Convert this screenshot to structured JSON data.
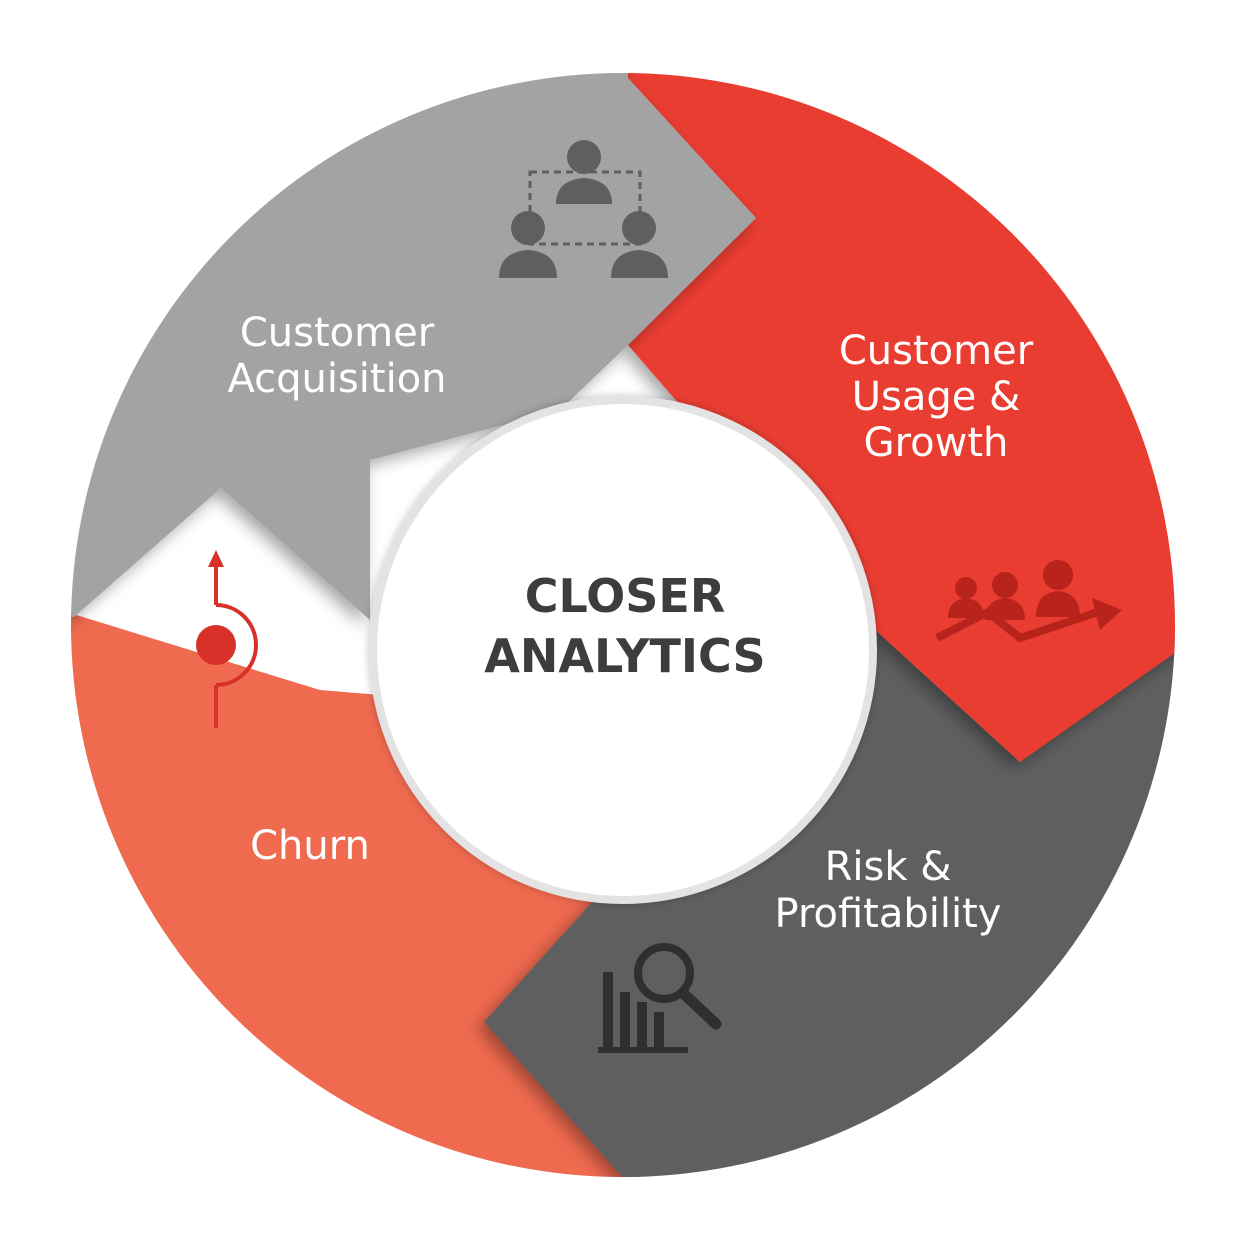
{
  "center": {
    "line1": "CLOSER",
    "line2": "ANALYTICS"
  },
  "segments": {
    "acquisition": {
      "line1": "Customer",
      "line2": "Acquisition",
      "color": "#a3a3a3",
      "icon": "org-chart-people-icon"
    },
    "usage": {
      "line1": "Customer",
      "line2": "Usage &",
      "line3": "Growth",
      "color": "#e93d30",
      "icon": "people-growth-arrow-icon"
    },
    "risk": {
      "line1": "Risk &",
      "line2": "Profitability",
      "color": "#5f5f61",
      "icon": "chart-magnifier-icon"
    },
    "churn": {
      "line1": "Churn",
      "color": "#ef6a4f",
      "icon": "churn-arrow-icon"
    }
  }
}
